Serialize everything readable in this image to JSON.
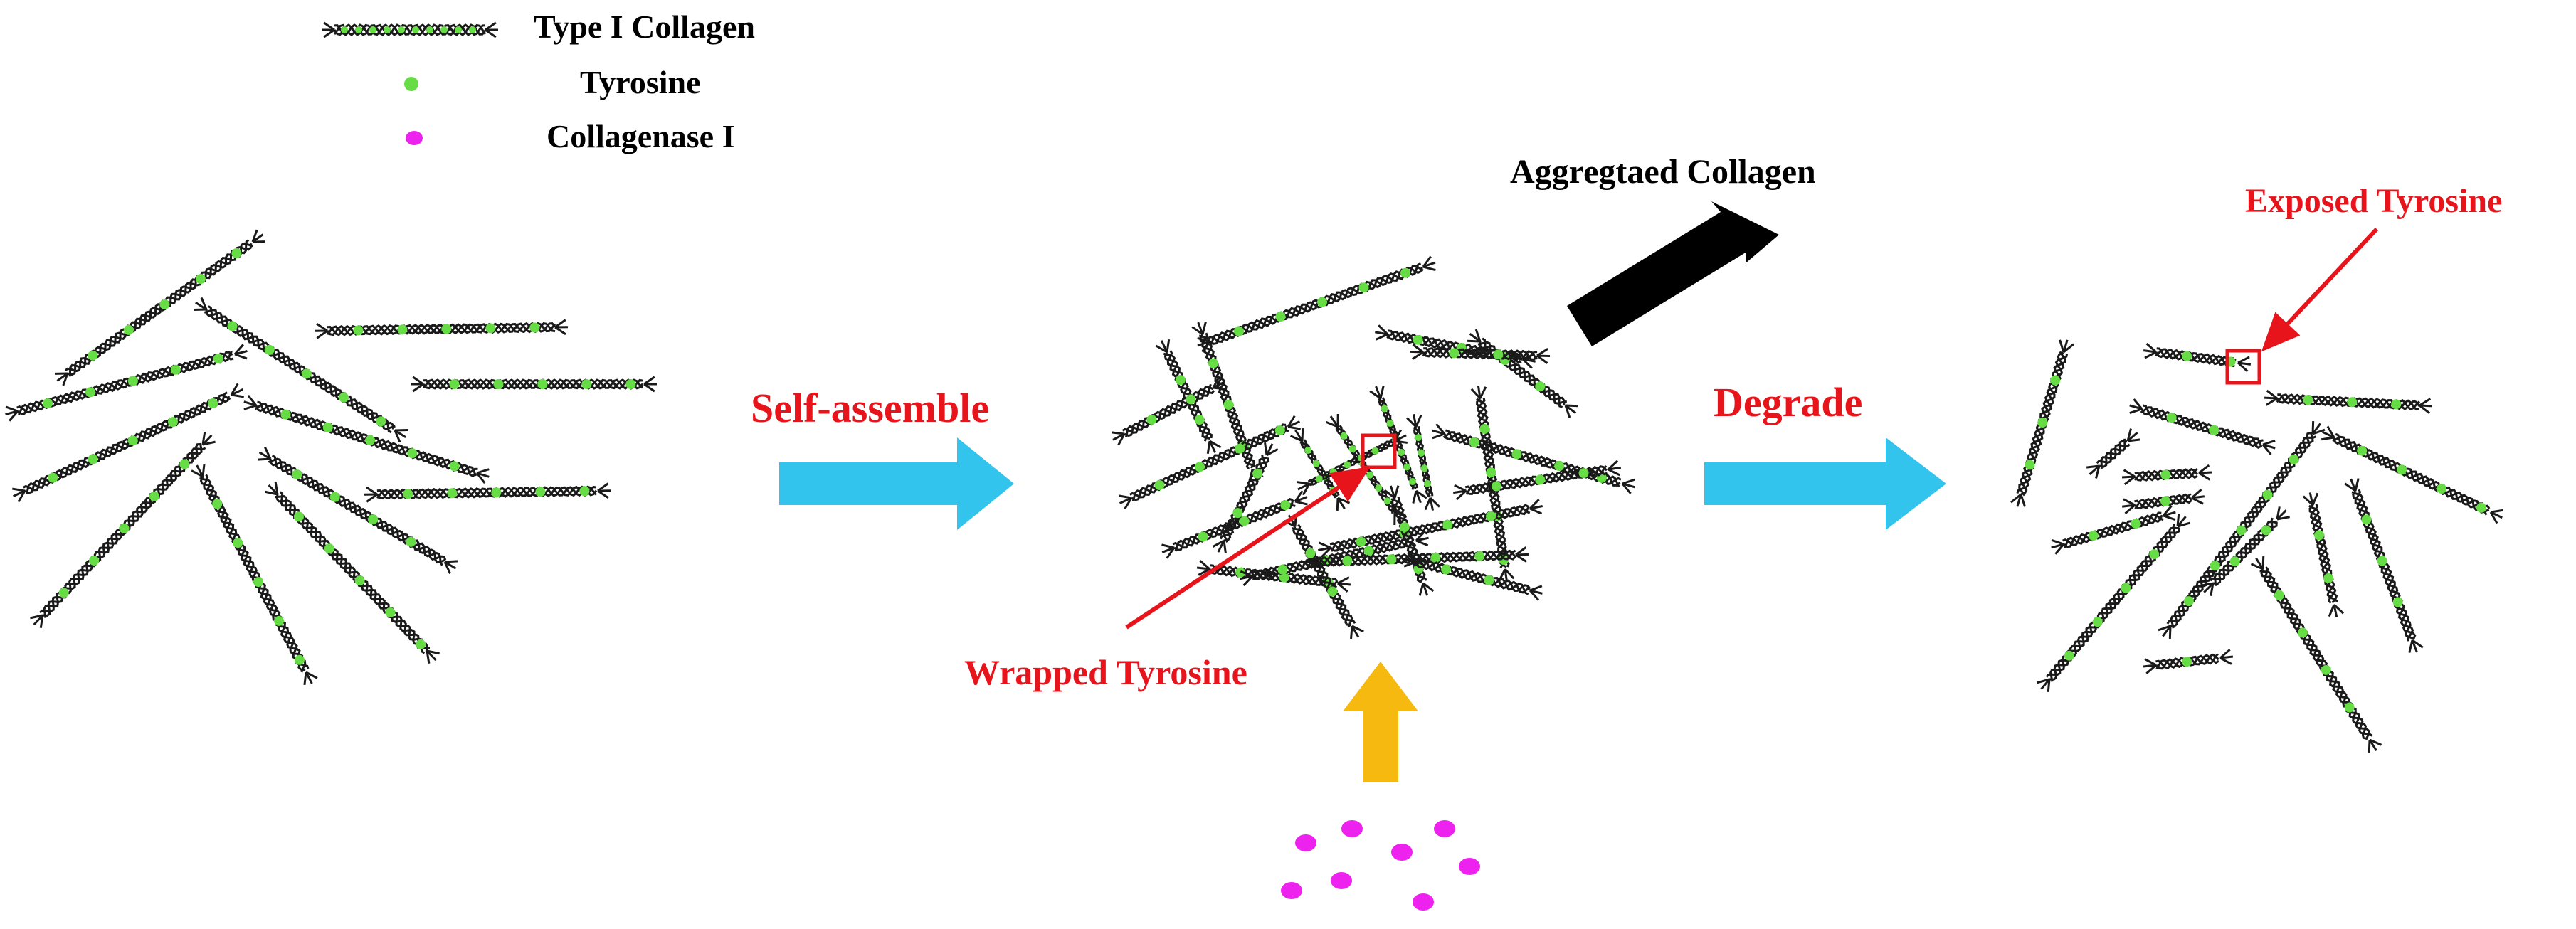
{
  "legend": {
    "collagen_label": "Type I Collagen",
    "tyrosine_label": "Tyrosine",
    "collagenase_label": "Collagenase I"
  },
  "labels": {
    "self_assemble": "Self-assemble",
    "degrade": "Degrade",
    "aggregated_collagen": "Aggregtaed  Collagen",
    "wrapped_tyrosine": "Wrapped Tyrosine",
    "exposed_tyrosine": "Exposed Tyrosine"
  },
  "colors": {
    "fiber": "#1a1a1a",
    "tyrosine": "#66dd44",
    "collagenase": "#ee22ee",
    "process_arrow": "#33c4ee",
    "enzyme_arrow": "#f5b90f",
    "aggregate_arrow": "#000000",
    "highlight": "#e8141c",
    "label_red": "#e8141c",
    "label_black": "#000000"
  },
  "icons": [
    "collagen-fiber-icon",
    "tyrosine-dot-icon",
    "collagenase-dot-icon"
  ]
}
